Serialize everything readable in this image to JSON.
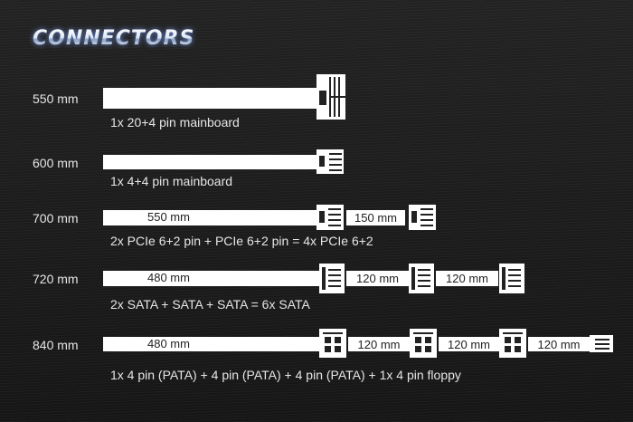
{
  "title": "CONNECTORS",
  "rows": [
    {
      "length": "550 mm",
      "description": "1x 20+4 pin mainboard"
    },
    {
      "length": "600 mm",
      "description": "1x 4+4 pin mainboard"
    },
    {
      "length": "700 mm",
      "description": "2x PCIe 6+2 pin + PCIe 6+2 pin = 4x PCIe 6+2",
      "cable_label": "550 mm",
      "segments": [
        "150 mm"
      ]
    },
    {
      "length": "720 mm",
      "description": "2x SATA + SATA + SATA = 6x SATA",
      "cable_label": "480 mm",
      "segments": [
        "120 mm",
        "120 mm"
      ]
    },
    {
      "length": "840 mm",
      "description": "1x 4 pin (PATA) + 4 pin (PATA) + 4 pin (PATA) + 1x 4 pin floppy",
      "cable_label": "480 mm",
      "segments": [
        "120 mm",
        "120 mm",
        "120 mm"
      ]
    }
  ],
  "colors": {
    "background": "#1b1b1b",
    "cable": "#ffffff",
    "text": "#e6e6e6"
  }
}
